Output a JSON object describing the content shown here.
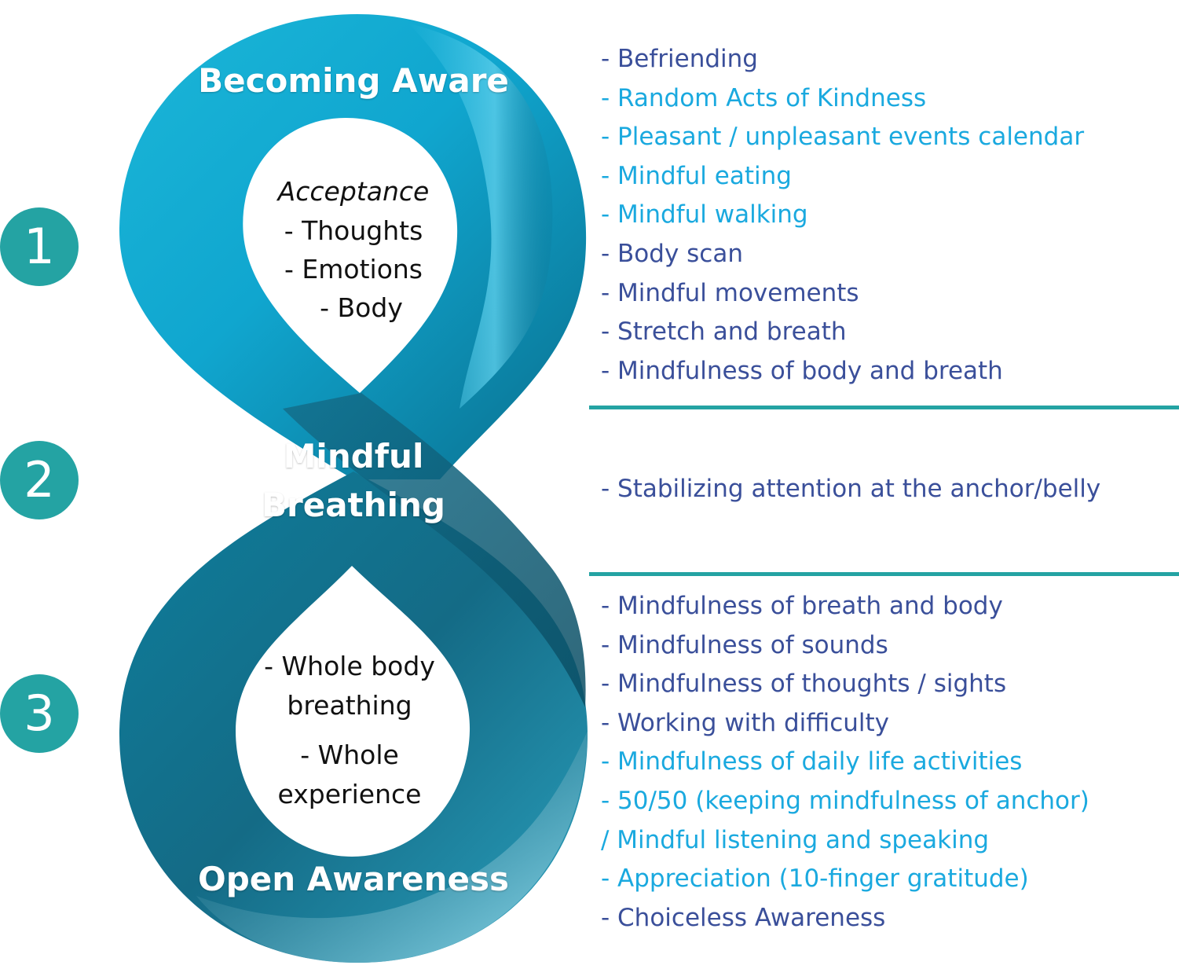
{
  "colors": {
    "dark_blue": "#3a4f9a",
    "light_blue": "#1aa9df",
    "badge_teal": "#24a3a3",
    "divider_teal": "#24a3a3"
  },
  "stages": [
    {
      "number": "1",
      "title": "Becoming Aware"
    },
    {
      "number": "2",
      "title_line1": "Mindful",
      "title_line2": "Breathing"
    },
    {
      "number": "3",
      "title": "Open Awareness"
    }
  ],
  "top_loop": {
    "heading": "Acceptance",
    "items": [
      "- Thoughts",
      "- Emotions",
      "- Body"
    ]
  },
  "bottom_loop": {
    "lines": [
      "- Whole body",
      "breathing",
      "- Whole",
      "experience"
    ]
  },
  "lists": {
    "stage1": [
      {
        "text": "- Befriending",
        "tone": "dark"
      },
      {
        "text": "- Random Acts of Kindness",
        "tone": "light"
      },
      {
        "text": "- Pleasant / unpleasant events calendar",
        "tone": "light"
      },
      {
        "text": "- Mindful eating",
        "tone": "light"
      },
      {
        "text": "- Mindful walking",
        "tone": "light"
      },
      {
        "text": "- Body scan",
        "tone": "dark"
      },
      {
        "text": "- Mindful movements",
        "tone": "dark"
      },
      {
        "text": "- Stretch and breath",
        "tone": "dark"
      },
      {
        "text": "- Mindfulness of body and breath",
        "tone": "dark"
      }
    ],
    "stage2": [
      {
        "text": "- Stabilizing attention at the anchor/belly",
        "tone": "dark"
      }
    ],
    "stage3": [
      {
        "text": "- Mindfulness of breath and body",
        "tone": "dark"
      },
      {
        "text": "- Mindfulness of sounds",
        "tone": "dark"
      },
      {
        "text": "- Mindfulness of thoughts / sights",
        "tone": "dark"
      },
      {
        "text": "- Working with difficulty",
        "tone": "dark"
      },
      {
        "text": "- Mindfulness of daily life activities",
        "tone": "light"
      },
      {
        "text": "- 50/50 (keeping mindfulness of anchor)",
        "tone": "light"
      },
      {
        "text": "/ Mindful listening and speaking",
        "tone": "light"
      },
      {
        "text": "- Appreciation (10-finger gratitude)",
        "tone": "light"
      },
      {
        "text": "- Choiceless Awareness",
        "tone": "dark"
      }
    ]
  }
}
